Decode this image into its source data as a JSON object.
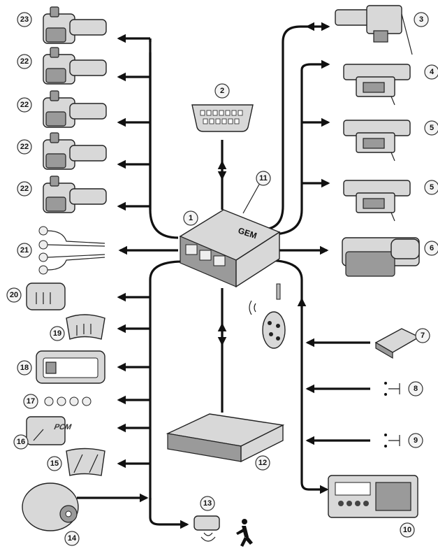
{
  "module_label": "GEM",
  "pcm_label": "PCM",
  "callouts": [
    "1",
    "2",
    "3",
    "4",
    "5",
    "5",
    "6",
    "7",
    "8",
    "9",
    "10",
    "11",
    "12",
    "13",
    "14",
    "15",
    "16",
    "17",
    "18",
    "19",
    "20",
    "21",
    "22",
    "22",
    "22",
    "22",
    "23"
  ]
}
